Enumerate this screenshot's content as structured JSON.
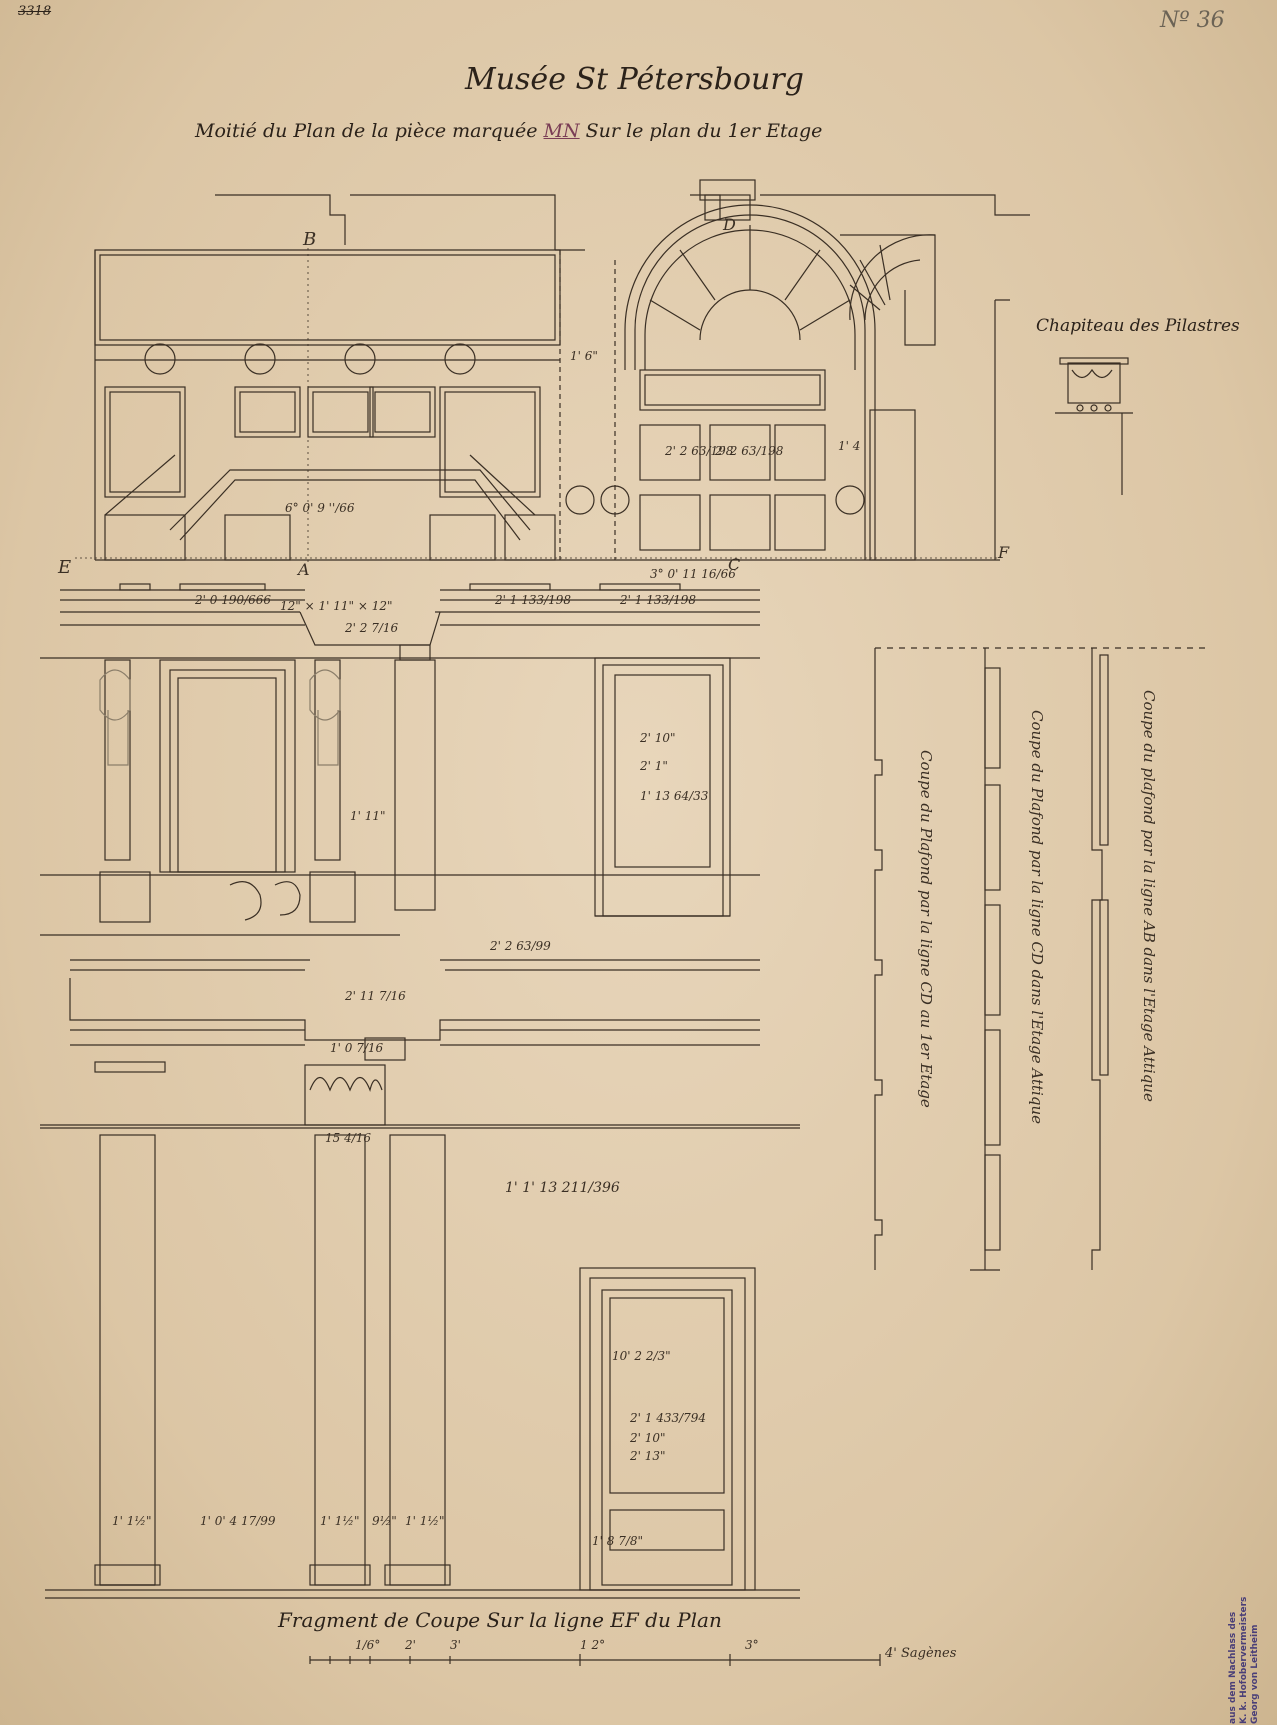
{
  "sheet": {
    "corner_left": "3318",
    "corner_right": "Nº 36",
    "title": "Musée St Pétersbourg",
    "subtitle_before": "Moitié du Plan de la pièce marquée ",
    "subtitle_mn": "MN",
    "subtitle_after": " Sur le plan du 1er Etage",
    "capital_label": "Chapiteau des Pilastres",
    "fragment_label": "Fragment de Coupe Sur la ligne EF du Plan",
    "section_cd_attic": "Coupe du Plafond par la ligne CD dans l'Etage Attique",
    "section_cd_first": "Coupe du Plafond par la ligne CD au 1er Etage",
    "section_ab": "Coupe du plafond par la ligne AB dans l'Etage Attique",
    "stamp_lines": [
      "aus dem Nachlass des",
      "K. k. Hofobervermeisters",
      "Georg von Leitheim"
    ]
  },
  "plan_letters": {
    "a": "A",
    "b": "B",
    "c": "C",
    "d": "D",
    "e": "E",
    "f": "F"
  },
  "dimensions": {
    "plan_span": "6° 0' 9 ''/66",
    "plan_d1": "1' 6\"",
    "plan_d2": "2' 2 63/198",
    "plan_d3": "2' 2 63/198",
    "plan_d4": "1' 4",
    "top_span": "3° 0' 11 16/66",
    "cornice_a": "2' 0 190/666",
    "cornice_b": "2' 1 133/198",
    "cornice_c": "2' 1 133/198",
    "cornice_d": "12\" × 1' 11\" × 12\"",
    "cornice_e": "2' 2 7/16",
    "door_w": "2' 10\"",
    "door_w2": "2' 1\"",
    "door_w3": "1' 13 64/33",
    "pier_w": "1' 11\"",
    "mid_span": "2' 11 7/16",
    "mid_cornice": "2' 2 63/99",
    "small_10": "1' 0 7/16",
    "cap_w": "15 4/16",
    "lower_span": "1' 1' 13 211/396",
    "b1": "1' 1½\"",
    "b2": "1' 0' 4 17/99",
    "b3": "1' 1½\"",
    "b4": "9½\"",
    "b5": "1' 1½\"",
    "door2_a": "2' 1 433/794",
    "door2_b": "2' 10\"",
    "door2_c": "2' 13\"",
    "door2_h": "10' 2 2/3\"",
    "door2_h2": "1' 8 7/8\""
  },
  "scale": {
    "ticks": [
      "1/6°",
      "2'",
      "3'",
      "1 2°",
      "3°"
    ],
    "units": "4' Sagènes"
  }
}
